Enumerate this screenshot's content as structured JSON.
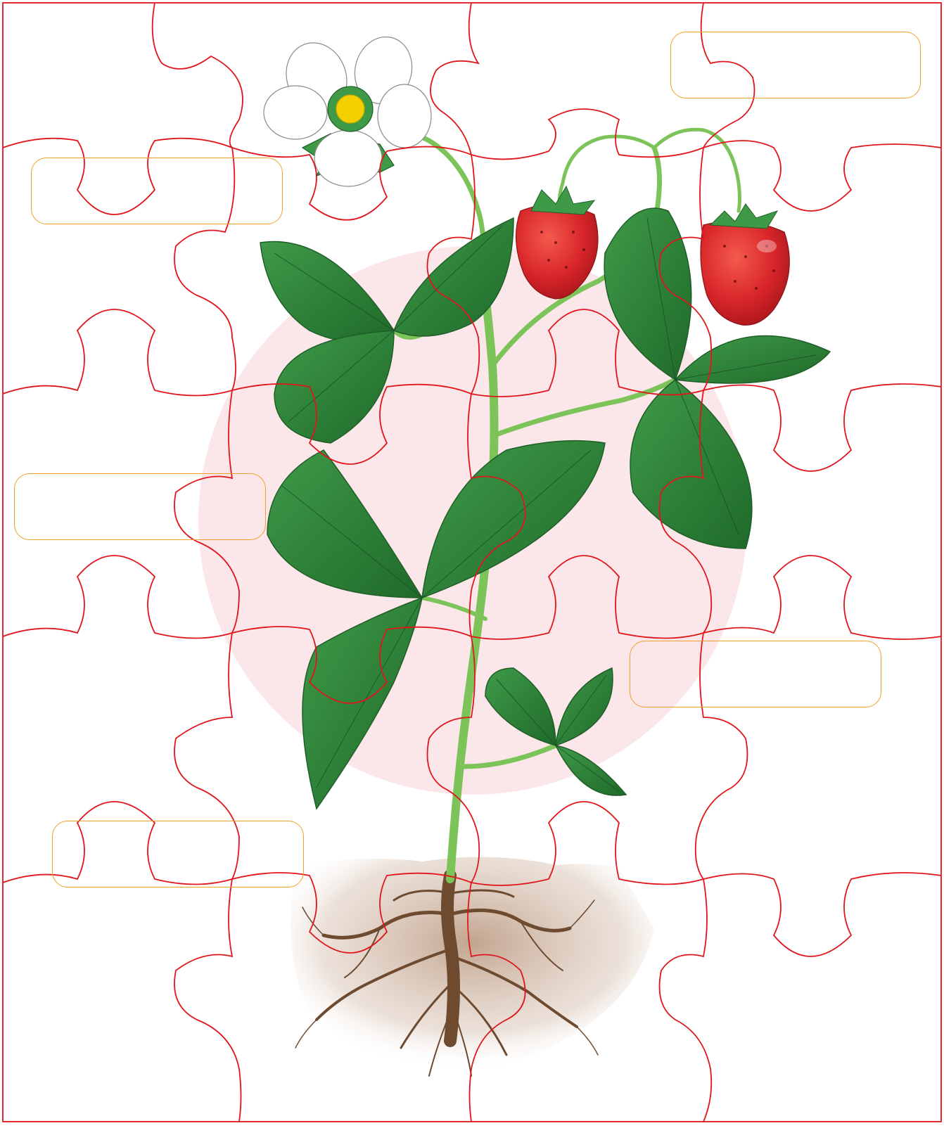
{
  "diagram": {
    "subject": "strawberry-plant",
    "parts": [
      "flower",
      "fruit",
      "leaf",
      "stem",
      "root"
    ],
    "labels": {
      "flower": "",
      "fruit": "",
      "leaf": "",
      "stem": "",
      "root": ""
    },
    "colors": {
      "puzzle_line": "#e0161c",
      "label_border": "#f0a02a",
      "background_circle": "#f9dde2",
      "leaf": "#2f8a3c",
      "leaf_dark": "#1f5e28",
      "stem": "#7cc45a",
      "fruit": "#d9262a",
      "flower_petal": "#ffffff",
      "flower_center": "#f5d000",
      "soil": "#c8ab95",
      "root": "#6e4a2f"
    }
  }
}
